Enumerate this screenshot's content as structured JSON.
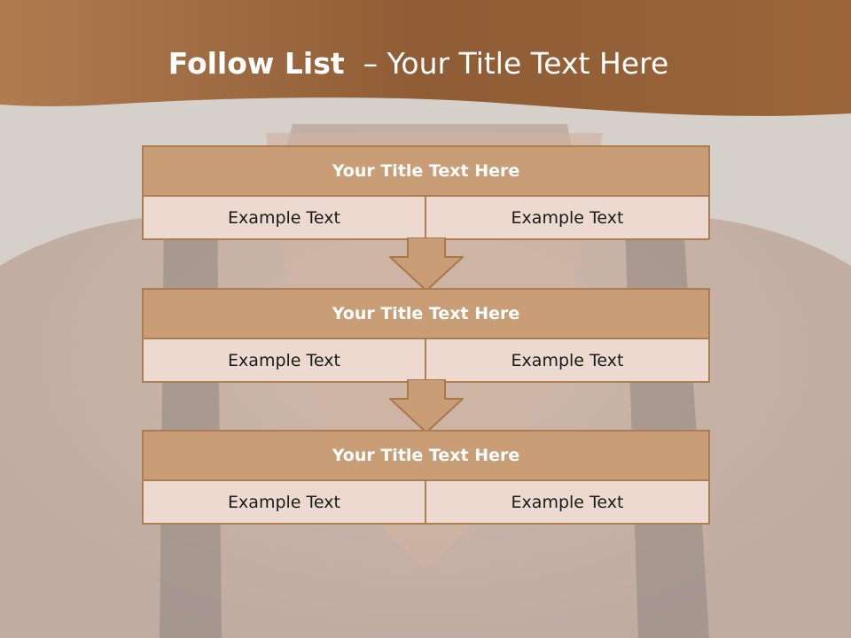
{
  "slide": {
    "title_bold": "Follow List",
    "title_rest": "  – Your Title Text Here"
  },
  "steps": [
    {
      "title": "Your Title Text Here",
      "left": "Example Text",
      "right": "Example Text"
    },
    {
      "title": "Your Title Text Here",
      "left": "Example Text",
      "right": "Example Text"
    },
    {
      "title": "Your Title Text Here",
      "left": "Example Text",
      "right": "Example Text"
    }
  ],
  "colors": {
    "banner": "#9a6538",
    "header_fill": "#c99d75",
    "header_border": "#b07d52",
    "cell_fill": "#ecdad0",
    "arrow_fill": "#c99d75"
  }
}
